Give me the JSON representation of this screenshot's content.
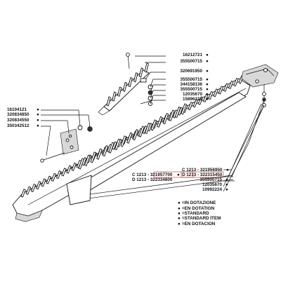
{
  "parts_right_top": [
    {
      "code": "16212721",
      "mark": "●"
    },
    {
      "code": "355500715",
      "mark": "●"
    },
    {
      "code": "320691950",
      "mark": "●"
    },
    {
      "code": "355500715",
      "mark": "●"
    },
    {
      "code": "344158136",
      "mark": "●"
    },
    {
      "code": "355500715",
      "mark": "●"
    },
    {
      "code": "12035670",
      "mark": "●"
    },
    {
      "code": "15896221",
      "mark": "●"
    }
  ],
  "parts_left": [
    {
      "code": "16104121",
      "mark": "●"
    },
    {
      "code": "320834850",
      "mark": "●"
    },
    {
      "code": "320834550",
      "mark": "●"
    },
    {
      "code": "350342512",
      "mark": "●"
    }
  ],
  "variants_right": [
    {
      "prefix": "C 1213 - ",
      "code": "321956950",
      "mark": "●"
    },
    {
      "prefix": "D 1213 - ",
      "code": "322315450",
      "mark": ""
    }
  ],
  "variants_center": [
    {
      "prefix": "C 1213 - ",
      "code": "321957700",
      "mark": "●"
    },
    {
      "prefix": "D 1213 - ",
      "code": "322334800",
      "mark": ""
    }
  ],
  "parts_right_bottom": [
    {
      "code": "355500715",
      "mark": "●"
    },
    {
      "code": "12035670",
      "mark": "●"
    },
    {
      "code": "10992224",
      "mark": "●"
    }
  ],
  "legend": [
    {
      "mark": "●",
      "text": "=IN DOTAZIONE"
    },
    {
      "mark": "●",
      "text": "=EN DOTATION"
    },
    {
      "mark": "●",
      "text": "=STANDARD"
    },
    {
      "mark": "●",
      "text": "=STANDARD ITEM"
    },
    {
      "mark": "●",
      "text": "=EN DOTACION"
    }
  ],
  "colors": {
    "line": "#111111",
    "highlight": "#d42020",
    "background": "#ffffff"
  }
}
